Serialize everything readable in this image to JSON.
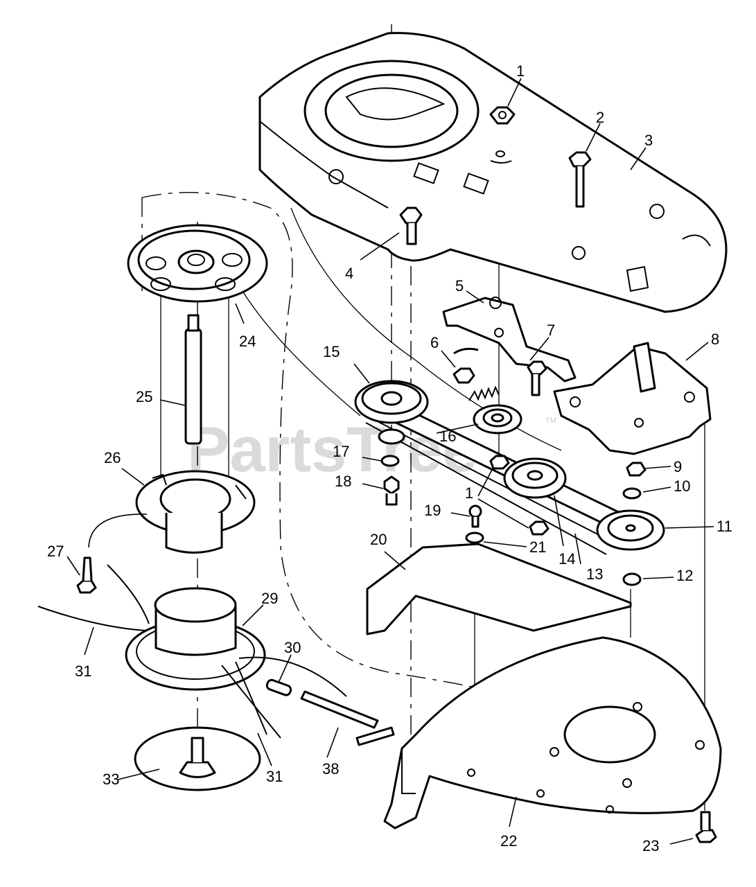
{
  "watermark": {
    "text": "PartsTree",
    "trademark": "TM"
  },
  "callouts": {
    "c1": "1",
    "c1b": "1",
    "c2": "2",
    "c3": "3",
    "c4": "4",
    "c5": "5",
    "c6": "6",
    "c7": "7",
    "c8": "8",
    "c9": "9",
    "c10": "10",
    "c11": "11",
    "c12": "12",
    "c13": "13",
    "c14": "14",
    "c15": "15",
    "c16": "16",
    "c17": "17",
    "c18": "18",
    "c19": "19",
    "c20": "20",
    "c21": "21",
    "c22": "22",
    "c23": "23",
    "c24": "24",
    "c25": "25",
    "c26": "26",
    "c27": "27",
    "c29": "29",
    "c30": "30",
    "c31": "31",
    "c31b": "31",
    "c33": "33",
    "c38": "38"
  }
}
